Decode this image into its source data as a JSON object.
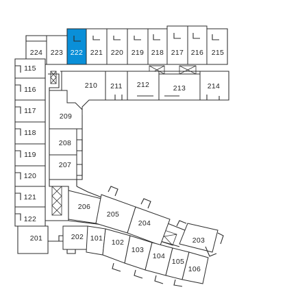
{
  "map": {
    "highlight_color": "#0a8fd8",
    "selected_unit": "222",
    "units": [
      {
        "id": "224",
        "label": "224"
      },
      {
        "id": "223",
        "label": "223"
      },
      {
        "id": "222",
        "label": "222"
      },
      {
        "id": "221",
        "label": "221"
      },
      {
        "id": "220",
        "label": "220"
      },
      {
        "id": "219",
        "label": "219"
      },
      {
        "id": "218",
        "label": "218"
      },
      {
        "id": "217",
        "label": "217"
      },
      {
        "id": "216",
        "label": "216"
      },
      {
        "id": "215",
        "label": "215"
      },
      {
        "id": "115",
        "label": "115"
      },
      {
        "id": "116",
        "label": "116"
      },
      {
        "id": "117",
        "label": "117"
      },
      {
        "id": "118",
        "label": "118"
      },
      {
        "id": "119",
        "label": "119"
      },
      {
        "id": "120",
        "label": "120"
      },
      {
        "id": "121",
        "label": "121"
      },
      {
        "id": "122",
        "label": "122"
      },
      {
        "id": "210",
        "label": "210"
      },
      {
        "id": "211",
        "label": "211"
      },
      {
        "id": "212",
        "label": "212"
      },
      {
        "id": "213",
        "label": "213"
      },
      {
        "id": "214",
        "label": "214"
      },
      {
        "id": "209",
        "label": "209"
      },
      {
        "id": "208",
        "label": "208"
      },
      {
        "id": "207",
        "label": "207"
      },
      {
        "id": "206",
        "label": "206"
      },
      {
        "id": "205",
        "label": "205"
      },
      {
        "id": "204",
        "label": "204"
      },
      {
        "id": "203",
        "label": "203"
      },
      {
        "id": "201",
        "label": "201"
      },
      {
        "id": "202",
        "label": "202"
      },
      {
        "id": "101",
        "label": "101"
      },
      {
        "id": "102",
        "label": "102"
      },
      {
        "id": "103",
        "label": "103"
      },
      {
        "id": "104",
        "label": "104"
      },
      {
        "id": "105",
        "label": "105"
      },
      {
        "id": "106",
        "label": "106"
      }
    ]
  }
}
